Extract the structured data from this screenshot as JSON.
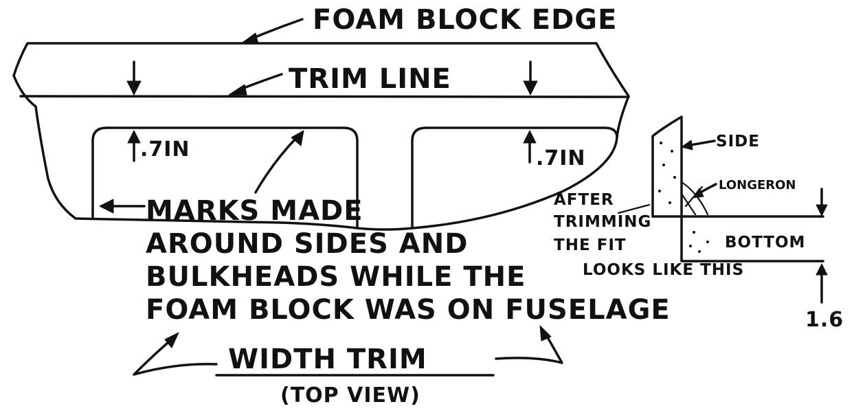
{
  "labels": {
    "foam_block_edge": "FOAM BLOCK EDGE",
    "trim_line": "TRIM LINE",
    "dim_left": ".7IN",
    "dim_right": ".7IN",
    "marks_line1": "MARKS MADE",
    "marks_line2": "AROUND SIDES AND",
    "marks_line3": "BULKHEADS WHILE THE",
    "marks_line4": "FOAM BLOCK WAS ON FUSELAGE",
    "title": "WIDTH TRIM",
    "subtitle": "(TOP VIEW)",
    "side": "SIDE",
    "longeron": "LONGERON",
    "after_line1": "AFTER",
    "after_line2": "TRIMMING",
    "after_line3": "THE FIT",
    "after_line4": "LOOKS LIKE THIS",
    "bottom": "BOTTOM",
    "dim_bottom": "1.6"
  },
  "colors": {
    "ink": "#111111",
    "paper": "#ffffff"
  }
}
